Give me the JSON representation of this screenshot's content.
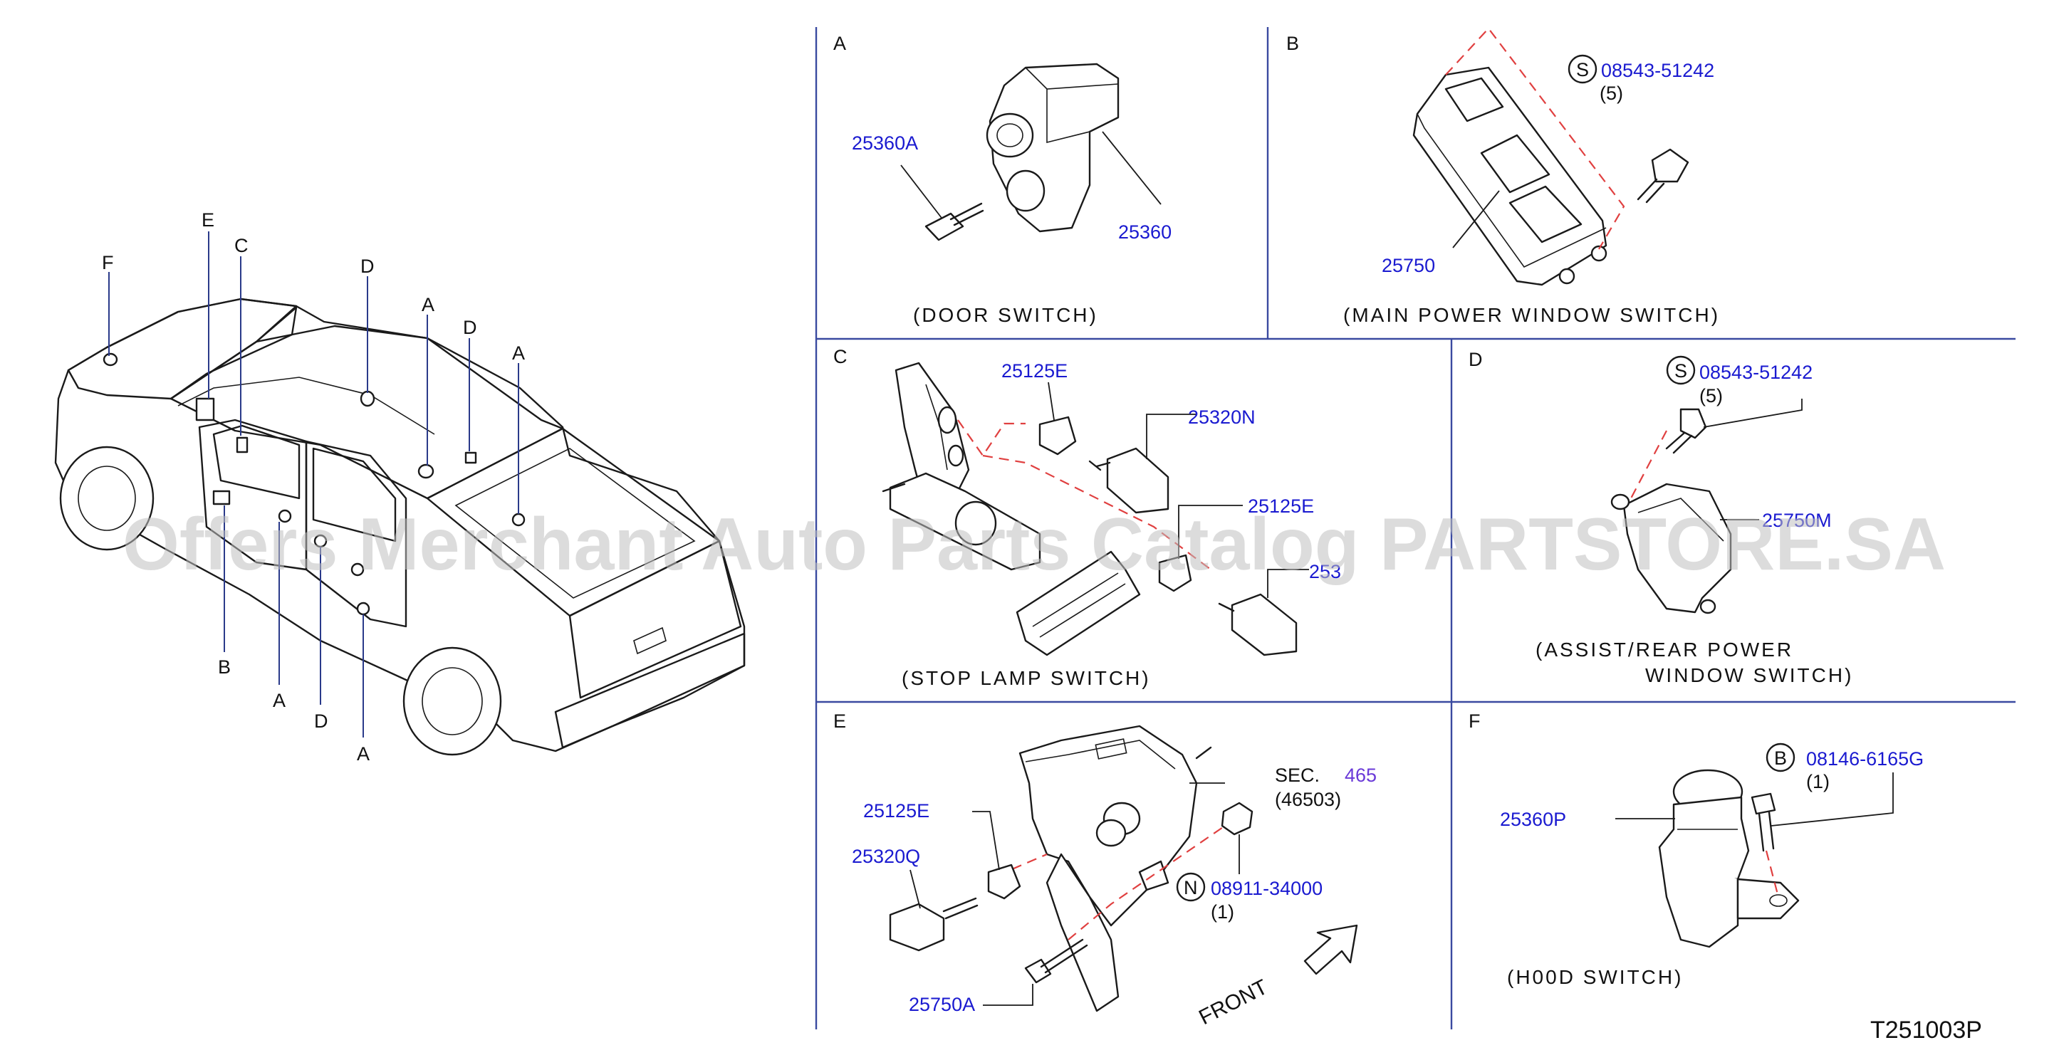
{
  "diagram": {
    "code": "T251003P",
    "watermark": "Offers Merchant Auto Parts Catalog PARTSTORE.SA",
    "vehicle_callouts": [
      "F",
      "E",
      "C",
      "D",
      "A",
      "D",
      "A",
      "B",
      "A",
      "D",
      "A"
    ],
    "sections": {
      "A": {
        "letter": "A",
        "caption": "(DOOR   SWITCH)",
        "parts": [
          "25360A",
          "25360"
        ]
      },
      "B": {
        "letter": "B",
        "caption": "(MAIN   POWER   WINDOW   SWITCH)",
        "symbol": "S",
        "bolt": "08543-51242",
        "qty": "(5)",
        "part": "25750"
      },
      "C": {
        "letter": "C",
        "caption": "(STOP   LAMP   SWITCH)",
        "parts": [
          "25125E",
          "25320N",
          "25125E",
          "253"
        ]
      },
      "D": {
        "letter": "D",
        "caption_line1": "(ASSIST/REAR   POWER",
        "caption_line2": "WINDOW   SWITCH)",
        "symbol": "S",
        "bolt": "08543-51242",
        "qty": "(5)",
        "part": "25750M"
      },
      "E": {
        "letter": "E",
        "sec_label": "SEC.",
        "sec_number": "465",
        "sec_sub": "(46503)",
        "parts": [
          "25125E",
          "25320Q",
          "25750A"
        ],
        "symbol": "N",
        "nut": "08911-34000",
        "qty": "(1)",
        "front": "FRONT"
      },
      "F": {
        "letter": "F",
        "caption": "(H00D   SWITCH)",
        "symbol": "B",
        "bolt": "08146-6165G",
        "qty": "(1)",
        "part": "25360P"
      }
    }
  }
}
